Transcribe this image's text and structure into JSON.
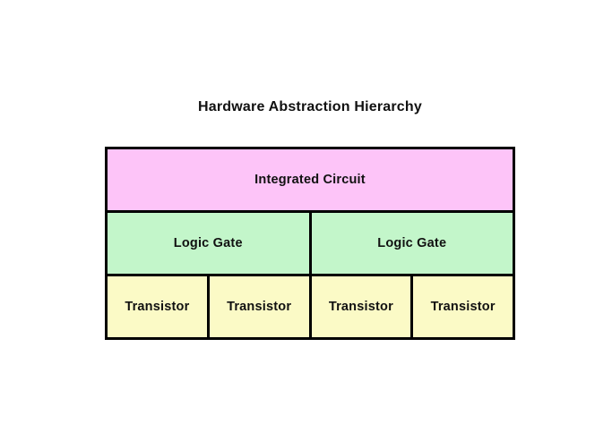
{
  "title": "Hardware Abstraction Hierarchy",
  "colors": {
    "background": "#ffffff",
    "border": "#000000",
    "text": "#111111",
    "level1": "#fdc4f8",
    "level2": "#c3f6ca",
    "level3": "#fbfac6"
  },
  "levels": [
    {
      "name": "integrated-circuit-level",
      "cells": [
        {
          "label": "Integrated Circuit"
        }
      ]
    },
    {
      "name": "logic-gate-level",
      "cells": [
        {
          "label": "Logic Gate"
        },
        {
          "label": "Logic Gate"
        }
      ]
    },
    {
      "name": "transistor-level",
      "cells": [
        {
          "label": "Transistor"
        },
        {
          "label": "Transistor"
        },
        {
          "label": "Transistor"
        },
        {
          "label": "Transistor"
        }
      ]
    }
  ]
}
